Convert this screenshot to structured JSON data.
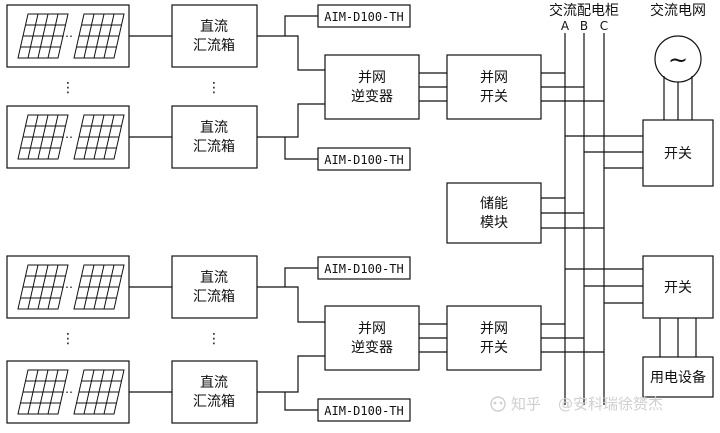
{
  "labels": {
    "dc_combiner_line1": "直流",
    "dc_combiner_line2": "汇流箱",
    "monitor": "AIM-D100-TH",
    "inverter_line1": "并网",
    "inverter_line2": "逆变器",
    "grid_switch_line1": "并网",
    "grid_switch_line2": "开关",
    "storage_line1": "储能",
    "storage_line2": "模块",
    "switch": "开关",
    "load": "用电设备",
    "ac_cabinet": "交流配电柜",
    "bus_a": "A",
    "bus_b": "B",
    "bus_c": "C",
    "ac_grid": "交流电网",
    "grid_symbol": "~",
    "ellipsis": "⋮",
    "panel_ellipsis": "⋯"
  },
  "watermark": {
    "site": "知乎",
    "author": "@安科瑞徐赟杰"
  }
}
